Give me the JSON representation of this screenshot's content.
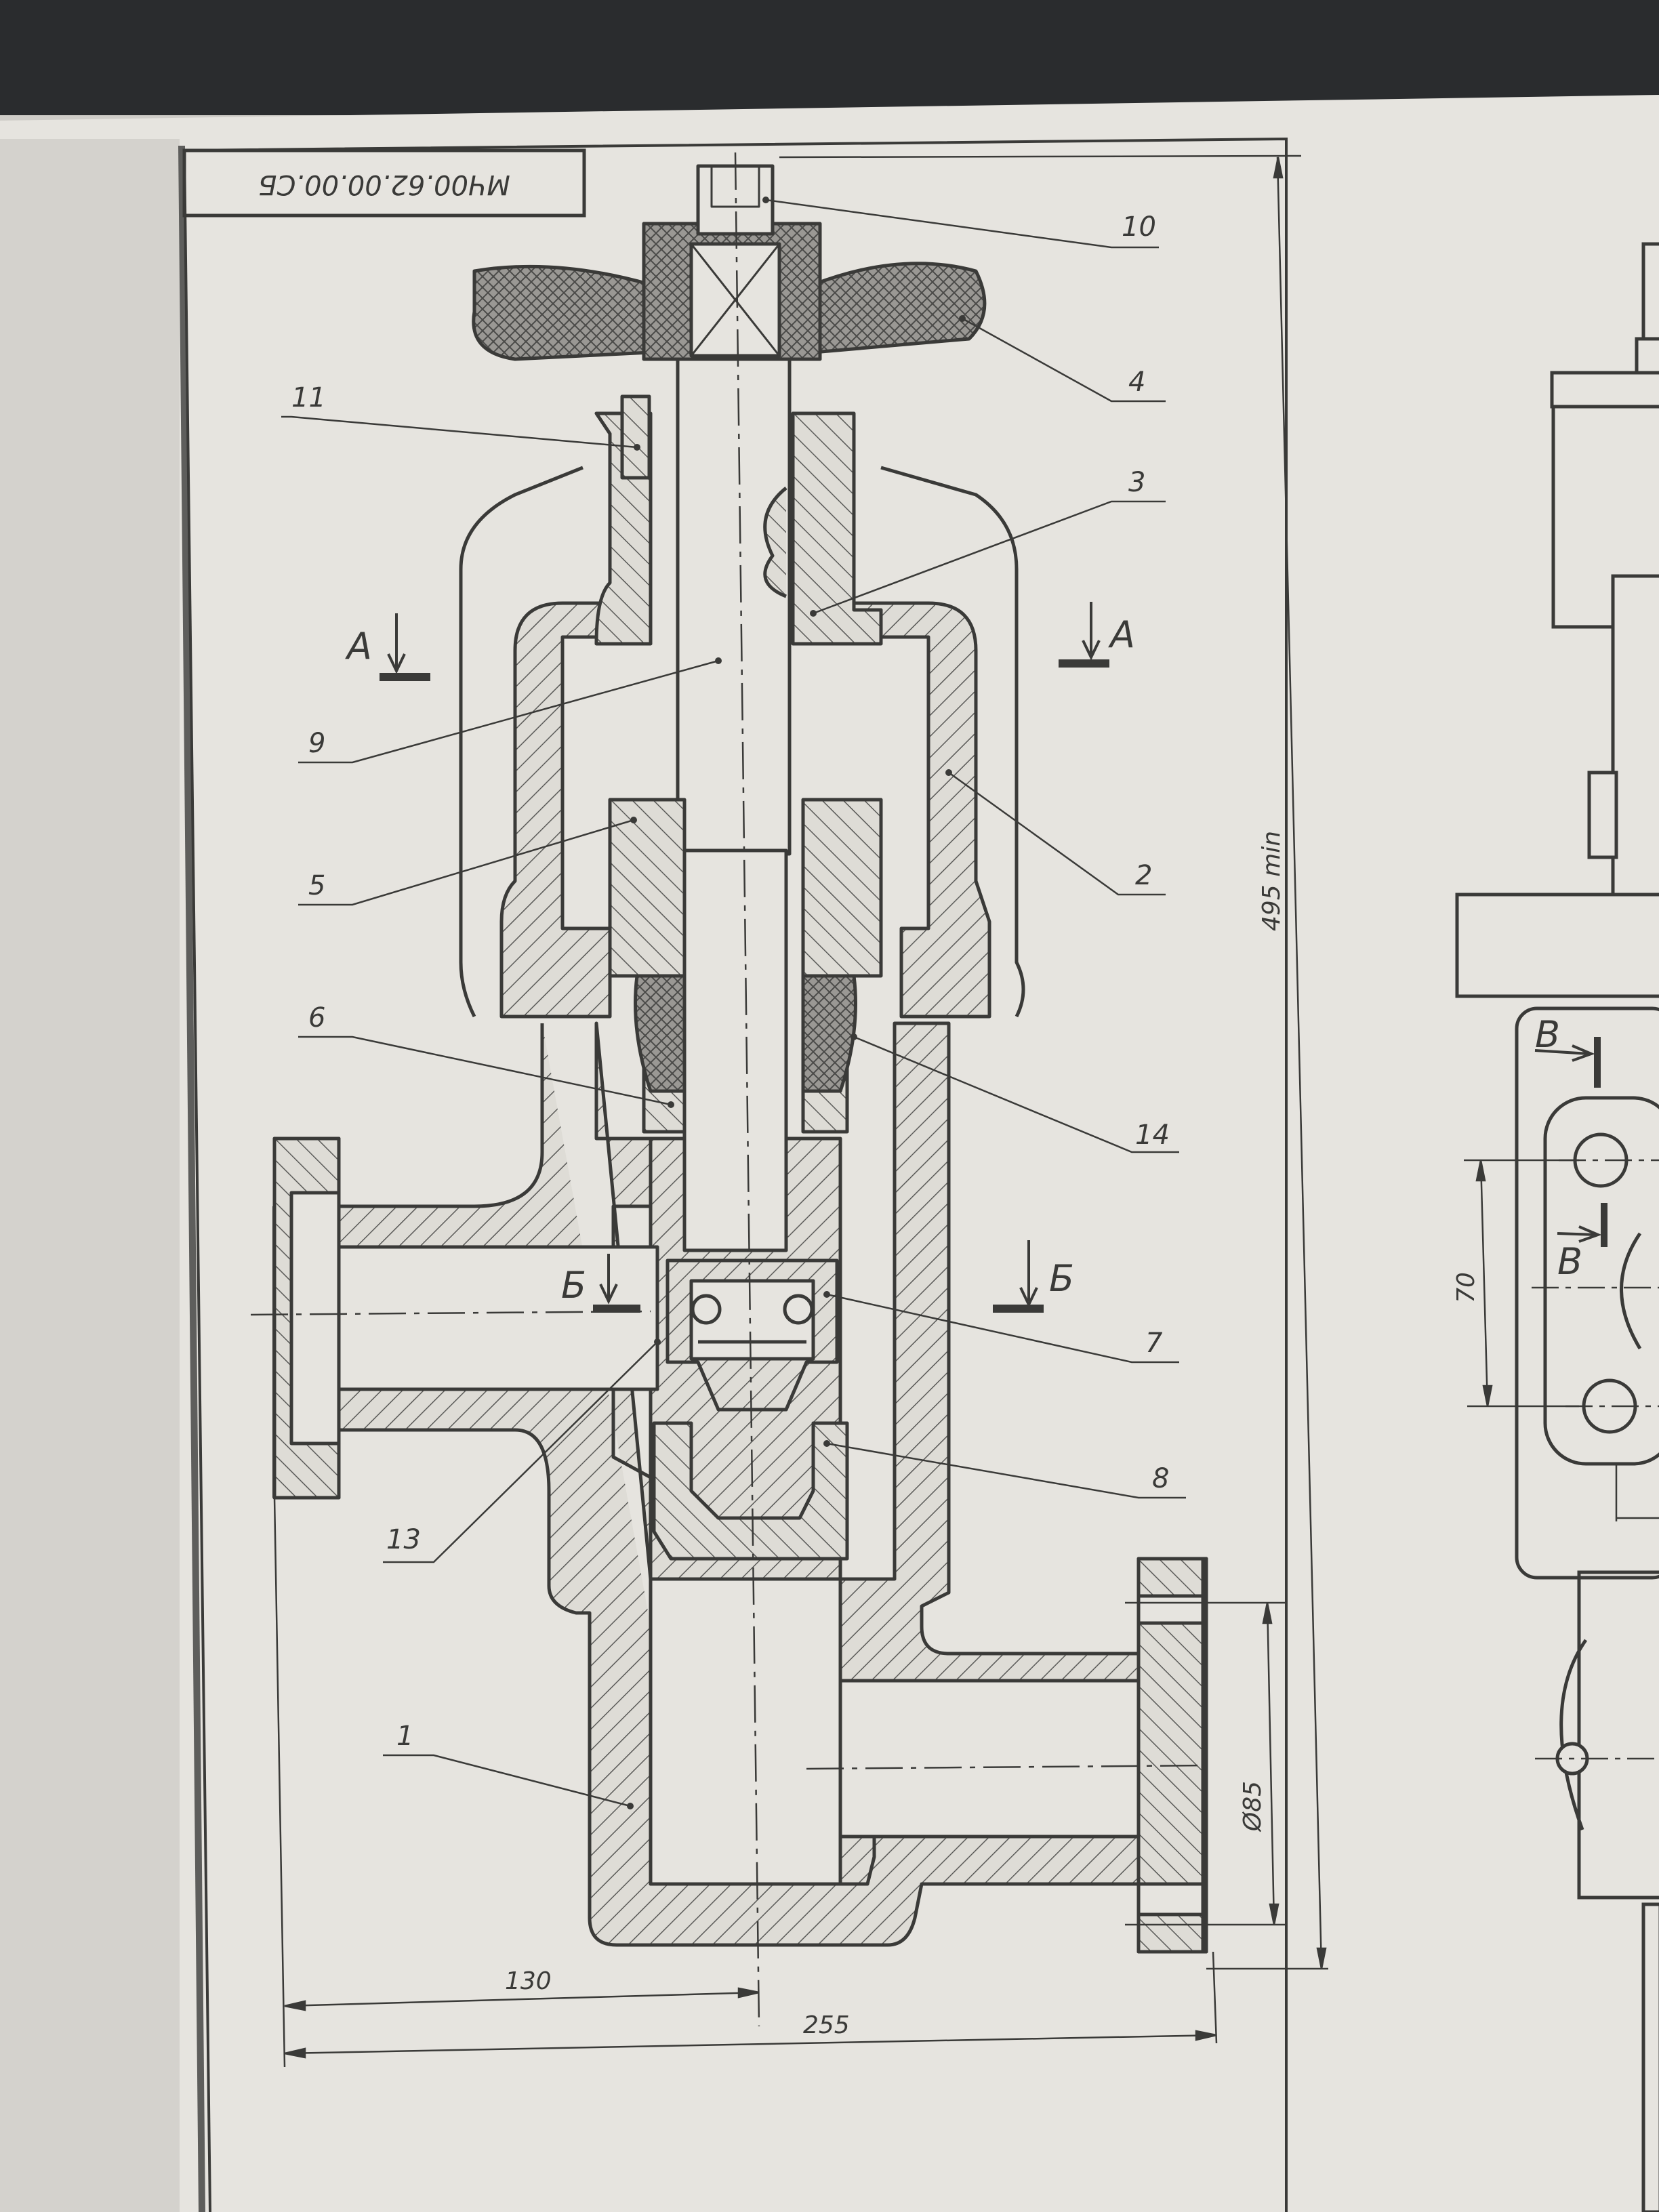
{
  "drawing": {
    "designation": "МЧ00.62.00.00.СБ",
    "part_numbers": [
      "1",
      "2",
      "3",
      "4",
      "5",
      "6",
      "7",
      "8",
      "9",
      "10",
      "11",
      "13",
      "14"
    ],
    "section_labels": {
      "a": "А",
      "b": "Б",
      "v": "В"
    },
    "dimensions": {
      "overall_height": "495 min",
      "flange_diameter": "Ø85",
      "axis_offset": "130",
      "overall_width": "255",
      "bolt_spacing": "70"
    }
  }
}
